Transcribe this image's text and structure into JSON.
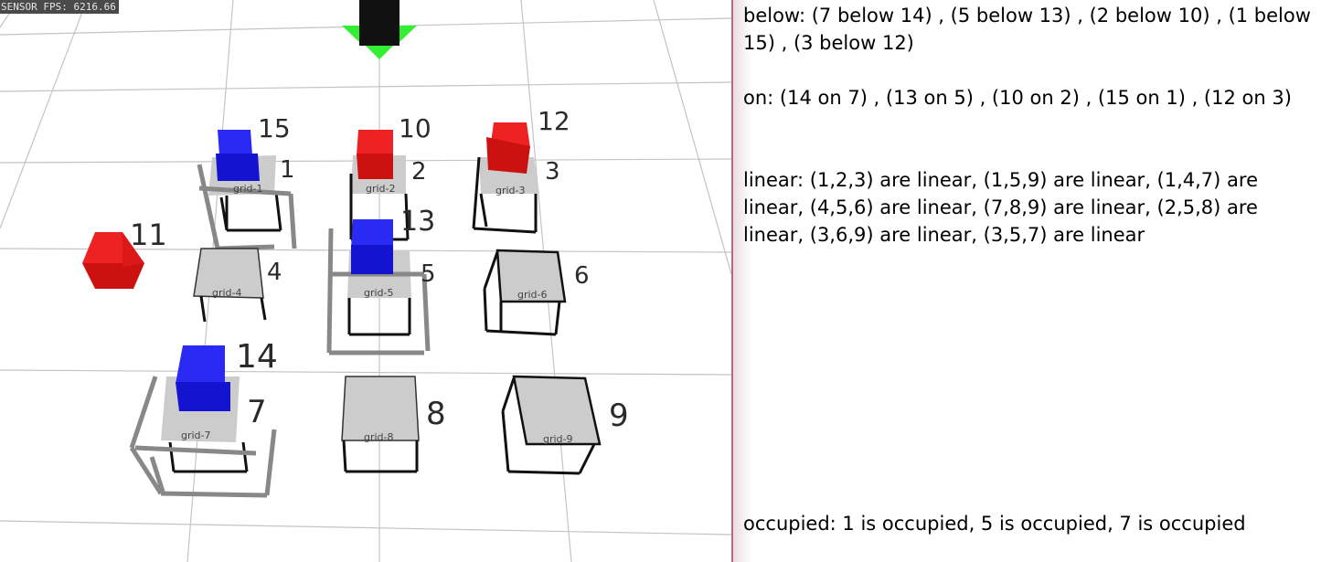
{
  "overlay": {
    "fps_text": "SENSOR FPS: 6216.66"
  },
  "colors": {
    "red_block": "#e01515",
    "blue_block": "#1a1ae6",
    "gripper": "#111111",
    "arrow": "#33ee33",
    "pad": "#cccccc"
  },
  "scene": {
    "grid_labels": [
      "grid-1",
      "grid-2",
      "grid-3",
      "grid-4",
      "grid-5",
      "grid-6",
      "grid-7",
      "grid-8",
      "grid-9"
    ],
    "grid_numbers": [
      "1",
      "2",
      "3",
      "4",
      "5",
      "6",
      "7",
      "8",
      "9"
    ],
    "block_numbers": {
      "b10": "10",
      "b11": "11",
      "b12": "12",
      "b13": "13",
      "b14": "14",
      "b15": "15"
    }
  },
  "predicates": {
    "below": "below: (7 below 14) , (5 below 13) , (2 below 10) , (1 below 15) , (3 below 12)",
    "on": "on: (14 on 7) , (13 on 5) , (10 on 2) , (15 on 1) , (12 on 3)",
    "linear": "linear: (1,2,3) are linear, (1,5,9) are linear, (1,4,7) are linear, (4,5,6) are linear, (7,8,9) are linear, (2,5,8) are linear, (3,6,9) are linear, (3,5,7) are linear",
    "occupied": "occupied: 1 is occupied, 5 is occupied, 7 is occupied"
  }
}
